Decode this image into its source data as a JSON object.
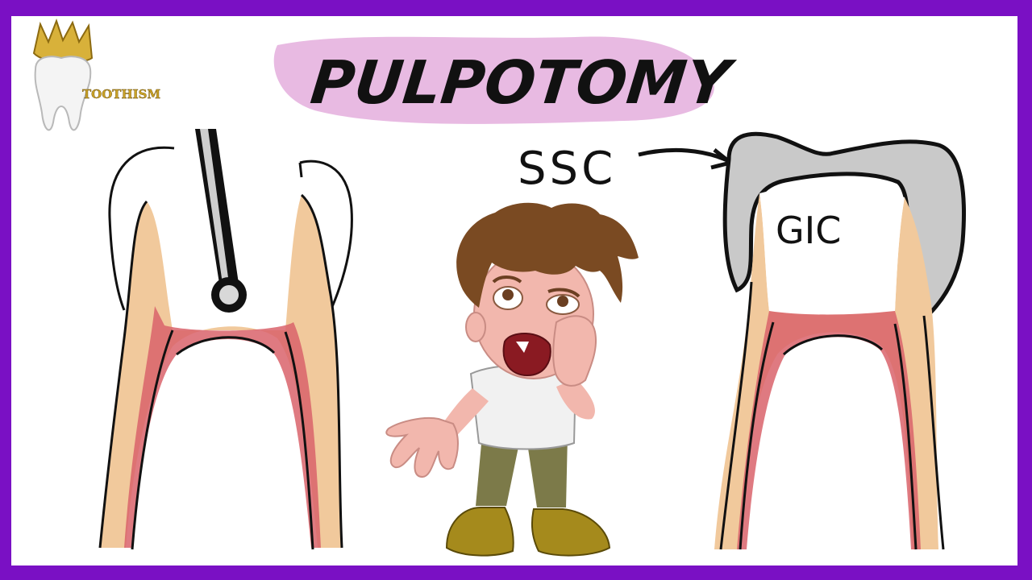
{
  "title": "PULPOTOMY",
  "logo": {
    "text": "TOOTHISM",
    "icon": "crowned-tooth-icon"
  },
  "labels": {
    "crown": "SSC",
    "filling": "GIC"
  },
  "colors": {
    "border": "#7a10c4",
    "highlight": "#e6b3df",
    "dentin": "#f1c99c",
    "pulp": "#d9636b",
    "crown_metal": "#c9c9c9",
    "logo_gold": "#c9a227"
  },
  "illustrations": [
    "tooth-with-drill-icon",
    "toothache-boy-icon",
    "tooth-with-crown-icon"
  ]
}
